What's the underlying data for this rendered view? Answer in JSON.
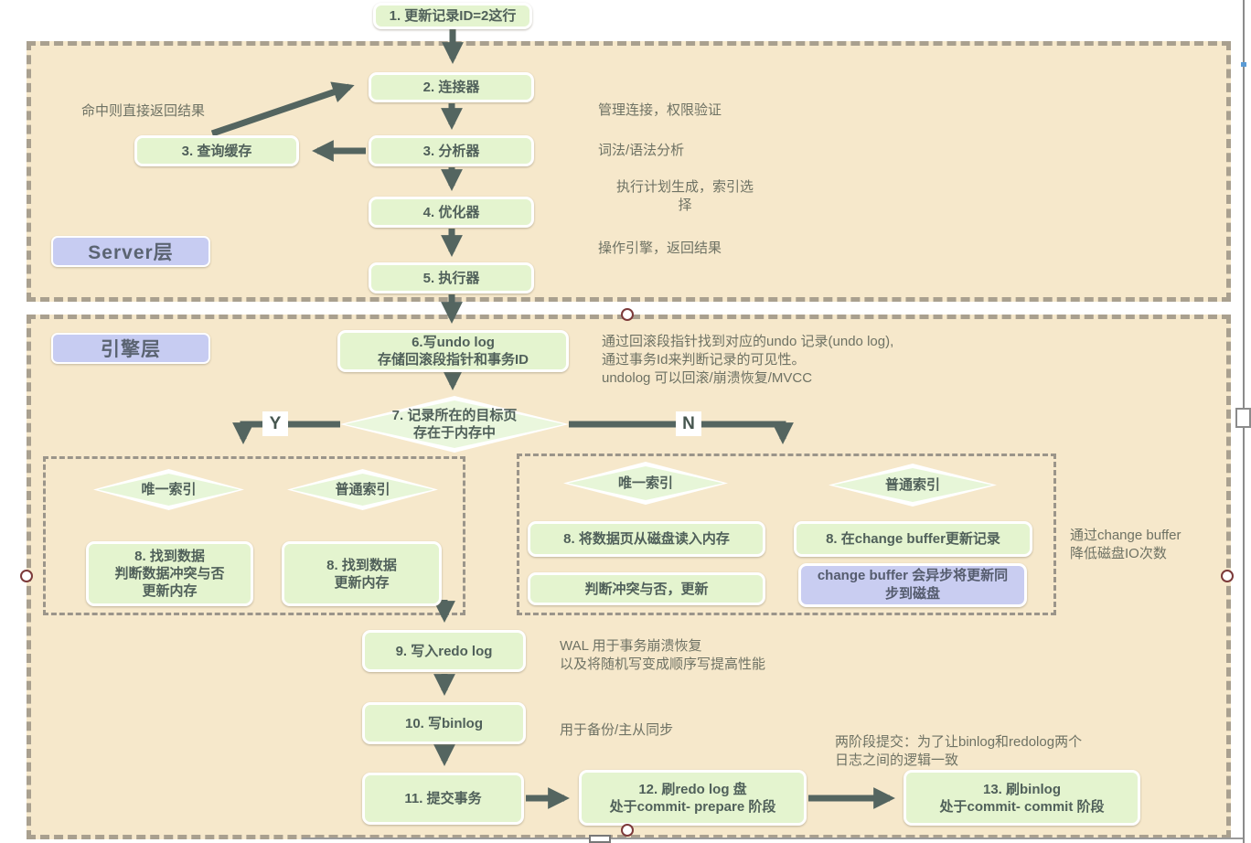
{
  "colors": {
    "canvas_bg": "#f6e8cb",
    "box_green": "#e4f4cf",
    "box_purple": "#c9cdf1",
    "label_purple": "#c7ccf2",
    "dash_border": "#a9a08f",
    "arrow": "#546560",
    "box_text": "#50605a",
    "note_text": "#6e7264",
    "handle_ring": "#7c3a3a"
  },
  "layers": {
    "server": "Server层",
    "engine": "引擎层"
  },
  "nodes": {
    "start": "1. 更新记录ID=2这行",
    "connector": "2. 连接器",
    "query_cache": "3. 查询缓存",
    "analyzer": "3. 分析器",
    "optimizer": "4. 优化器",
    "executor": "5. 执行器",
    "undo": "6.写undo log\n存储回滚段指针和事务ID",
    "page_in_memory": "7. 记录所在的目标页\n存在于内存中",
    "branch_yes": "Y",
    "branch_no": "N",
    "unique_index_y": "唯一索引",
    "normal_index_y": "普通索引",
    "find_data_check": "8. 找到数据\n判断数据冲突与否\n更新内存",
    "find_data_update": "8. 找到数据\n更新内存",
    "unique_index_n": "唯一索引",
    "normal_index_n": "普通索引",
    "read_page": "8. 将数据页从磁盘读入内存",
    "check_conflict": "判断冲突与否，更新",
    "change_buffer_update": "8. 在change buffer更新记录",
    "change_buffer_async": "change buffer 会异步将更新同\n步到磁盘",
    "write_redo": "9. 写入redo log",
    "write_binlog": "10. 写binlog",
    "commit": "11. 提交事务",
    "flush_redo": "12. 刷redo log 盘\n处于commit- prepare 阶段",
    "flush_binlog": "13. 刷binlog\n处于commit- commit 阶段"
  },
  "notes": {
    "cache_hit": "命中则直接返回结果",
    "connector": "管理连接，权限验证",
    "analyzer": "词法/语法分析",
    "optimizer": "执行计划生成，索引选\n择",
    "executor": "操作引擎，返回结果",
    "undo": "通过回滚段指针找到对应的undo 记录(undo log),\n通过事务Id来判断记录的可见性。\nundolog 可以回滚/崩溃恢复/MVCC",
    "change_buffer": "通过change buffer\n降低磁盘IO次数",
    "wal": "WAL 用于事务崩溃恢复\n以及将随机写变成顺序写提高性能",
    "binlog": "用于备份/主从同步",
    "two_phase": "两阶段提交：为了让binlog和redolog两个\n日志之间的逻辑一致"
  }
}
